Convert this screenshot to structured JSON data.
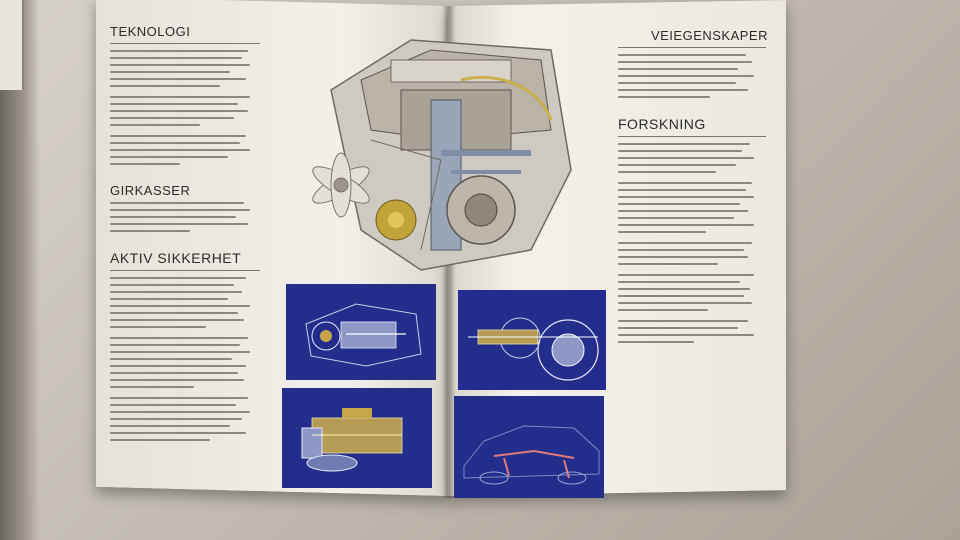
{
  "brochure": {
    "left_page": {
      "section_1": {
        "heading": "TEKNOLOGI"
      },
      "section_2": {
        "heading": "GIRKASSER"
      },
      "section_3": {
        "heading": "AKTIV SIKKERHET"
      }
    },
    "right_page": {
      "section_1": {
        "heading": "VEIEGENSKAPER"
      },
      "section_2": {
        "heading": "FORSKNING"
      }
    }
  },
  "colors": {
    "photo_background": "#232e8c",
    "page_paper": "#f2efe9",
    "heading_text": "#2b2b2b",
    "table_surface": "#c2bcb2"
  },
  "illustrations": [
    {
      "name": "engine-cutaway-illustration",
      "icon": "engine-icon"
    },
    {
      "name": "manual-gearbox-photo",
      "icon": "gearbox-icon"
    },
    {
      "name": "drivetrain-gears-photo",
      "icon": "gear-icon"
    },
    {
      "name": "automatic-transmission-photo",
      "icon": "transmission-icon"
    },
    {
      "name": "car-xray-braking-photo",
      "icon": "car-icon"
    }
  ]
}
